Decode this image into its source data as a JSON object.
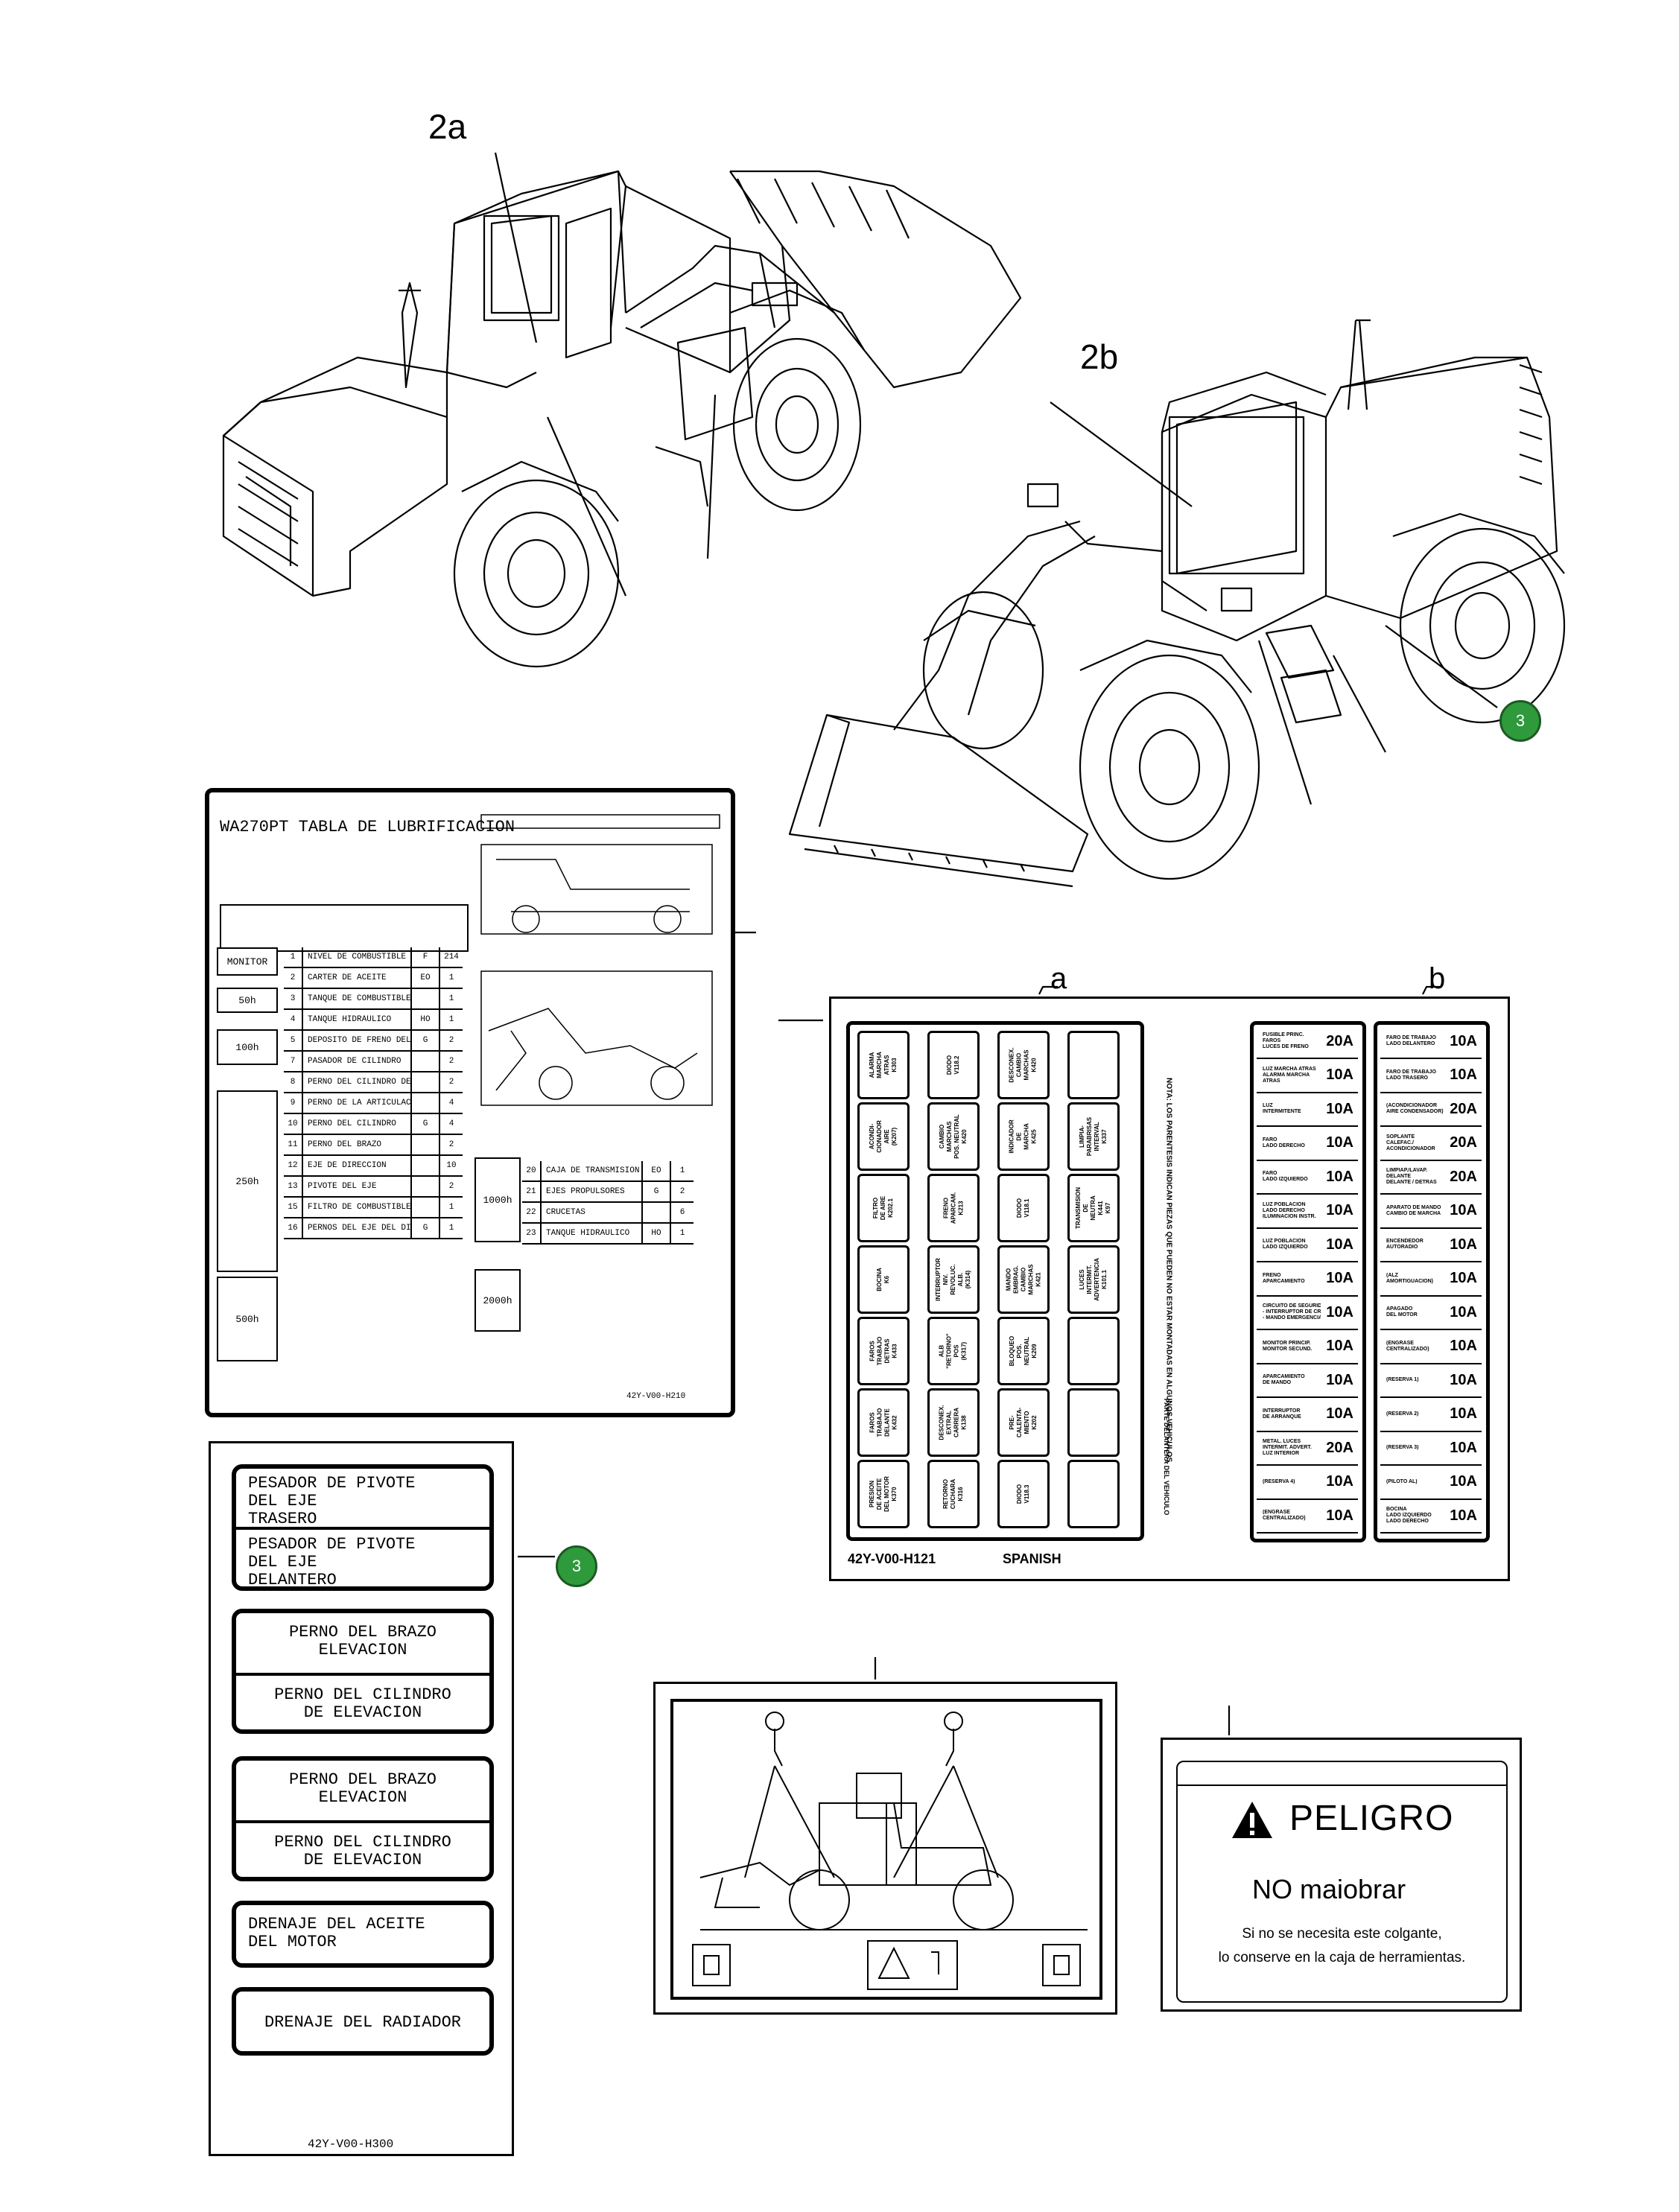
{
  "callouts": {
    "label_2a": "2a",
    "label_2b": "2b",
    "label_a": "a",
    "label_b": "b",
    "badge_3": "3"
  },
  "lubrication_chart": {
    "title": "WA270PT TABLA DE LUBRIFICACION",
    "code": "42Y-V00-H210",
    "intervals": [
      "MONITOR",
      "50h",
      "100h",
      "250h",
      "500h",
      "1000h",
      "2000h"
    ],
    "rows": [
      {
        "n": "1",
        "desc": "NIVEL DE COMBUSTIBLE",
        "code": "F",
        "qty": "214"
      },
      {
        "n": "2",
        "desc": "CARTER DE ACEITE",
        "code": "EO",
        "qty": "1"
      },
      {
        "n": "3",
        "desc": "TANQUE DE COMBUSTIBLE",
        "code": "",
        "qty": "1"
      },
      {
        "n": "4",
        "desc": "TANQUE HIDRAULICO",
        "code": "HO",
        "qty": "1"
      },
      {
        "n": "5",
        "desc": "DEPOSITO DE FRENO DEL EJE TRASERO",
        "code": "G",
        "qty": "2"
      },
      {
        "n": "7",
        "desc": "PASADOR DE CILINDRO",
        "code": "",
        "qty": "2"
      },
      {
        "n": "8",
        "desc": "PERNO DEL CILINDRO DE VOLTEO",
        "code": "",
        "qty": "2"
      },
      {
        "n": "9",
        "desc": "PERNO DE LA ARTICULACION",
        "code": "",
        "qty": "4"
      },
      {
        "n": "10",
        "desc": "PERNO DEL CILINDRO",
        "code": "G",
        "qty": "4"
      },
      {
        "n": "11",
        "desc": "PERNO DEL BRAZO",
        "code": "",
        "qty": "2"
      },
      {
        "n": "12",
        "desc": "EJE DE DIRECCION",
        "code": "",
        "qty": "10"
      },
      {
        "n": "13",
        "desc": "PIVOTE DEL EJE",
        "code": "",
        "qty": "2"
      },
      {
        "n": "15",
        "desc": "FILTRO DE COMBUSTIBLE",
        "code": "",
        "qty": "1"
      },
      {
        "n": "16",
        "desc": "PERNOS DEL EJE DEL DIFERENCIAL",
        "code": "G",
        "qty": "1"
      }
    ],
    "rows_right": [
      {
        "n": "20",
        "desc": "CAJA DE TRANSMISION",
        "code": "EO",
        "qty": "1"
      },
      {
        "n": "21",
        "desc": "EJES PROPULSORES",
        "code": "G",
        "qty": "2"
      },
      {
        "n": "22",
        "desc": "CRUCETAS",
        "code": "",
        "qty": "6"
      },
      {
        "n": "23",
        "desc": "TANQUE HIDRAULICO",
        "code": "HO",
        "qty": "1"
      }
    ]
  },
  "tags_decal": {
    "code": "42Y-V00-H300",
    "items": [
      {
        "top": "PESADOR DE PIVOTE\nDEL EJE\nTRASERO",
        "bottom": "PESADOR DE PIVOTE\nDEL EJE\nDELANTERO"
      },
      {
        "top": "PERNO DEL BRAZO\nELEVACION",
        "bottom": "PERNO DEL CILINDRO\nDE ELEVACION"
      },
      {
        "top": "PERNO DEL BRAZO\nELEVACION",
        "bottom": "PERNO DEL CILINDRO\nDE ELEVACION"
      },
      {
        "single": "DRENAJE DEL ACEITE\nDEL MOTOR"
      },
      {
        "single": "DRENAJE DEL RADIADOR"
      }
    ]
  },
  "fuse_panel": {
    "code": "42Y-V00-H121",
    "language": "SPANISH",
    "note": "NOTA: LOS PARENTESIS INDICAN PIEZAS QUE PUEDEN NO ESTAR MONTADAS EN ALGUNOS VEHICULOS.",
    "front_label": "PARTE DELANTERA DEL VEHICULO",
    "relays": [
      [
        "ALARMA\nMARCHA\nATRAS\nK303",
        "DIODO\nV118.2",
        "DESCONEX.\nCAMBIO\nMARCHAS\nK420",
        ""
      ],
      [
        "ACONDI-\nCIONADOR\nAIRE\n(K207)",
        "CAMBIO\nMARCHAS\nPOS. NEUTRAL\nK420",
        "INDICADOR\nDE\nMARCHA\nK425",
        "LIMPIA-\nPARABRISAS\nINTERVAL\nK337"
      ],
      [
        "FILTRO\nDE AIRE\nK202.1",
        "FRENO\nAPARCAM.\nK213",
        "DIODO\nV118.1",
        "TRANSMISION\nDE\nNEUTRA\nK441\nK97"
      ],
      [
        "BOCINA\nK6",
        "INTERRUPTOR\nNIV.\nREVOLUC.\nALB.\n(K314)",
        "MANDO\nEMBRAG.\nCAMBIO\nMARCHAS\nK421",
        "LUCES\nINTERMIT.\nADVERTENCIA\nK101.1"
      ],
      [
        "FAROS\nTRABAJO\nDETRAS\nK433",
        "ALB\n\"RETORNO\"\nPOS\n(K317)",
        "BLOQUEO\nPOS.\nNEUTRAL\nK209",
        ""
      ],
      [
        "FAROS\nTRABAJO\nDELANTE\nK432",
        "DESCONEX.\nEXTRAL\nCARRERA\nK138",
        "PRE-\nCALENTA-\nMIENTO\nK202",
        ""
      ],
      [
        "PRESION\nDE ACEITE\nDEL MOTOR\nK370",
        "RETORNO\nCUCHARA\nK316",
        "DIODO\nV118.3",
        ""
      ]
    ],
    "fuses_left": [
      {
        "label": "FUSIBLE PRINC.\nFAROS\nLUCES DE FRENO",
        "value": "20A"
      },
      {
        "label": "LUZ MARCHA ATRAS\nALARMA MARCHA\nATRAS",
        "value": "10A"
      },
      {
        "label": "LUZ\nINTERMITENTE",
        "value": "10A"
      },
      {
        "label": "FARO\nLADO DERECHO",
        "value": "10A"
      },
      {
        "label": "FARO\nLADO IZQUIERDO",
        "value": "10A"
      },
      {
        "label": "LUZ POBLACION\nLADO DERECHO\nILUMINACION INSTR.",
        "value": "10A"
      },
      {
        "label": "LUZ POBLACION\nLADO IZQUIERDO",
        "value": "10A"
      },
      {
        "label": "FRENO\nAPARCAMIENTO",
        "value": "10A"
      },
      {
        "label": "CIRCUITO DE SEGURIDAD\n- INTERRUPTOR DE CRANK\n- MANDO EMERGENCIA",
        "value": "10A"
      },
      {
        "label": "MONITOR PRINCIP.\nMONITOR SECUND.",
        "value": "10A"
      },
      {
        "label": "APARCAMIENTO\nDE MANDO",
        "value": "10A"
      },
      {
        "label": "INTERRUPTOR\nDE ARRANQUE",
        "value": "10A"
      },
      {
        "label": "METAL. LUCES\nINTERMIT. ADVERT.\nLUZ INTERIOR",
        "value": "20A"
      },
      {
        "label": "(RESERVA 4)",
        "value": "10A"
      },
      {
        "label": "(ENGRASE\nCENTRALIZADO)",
        "value": "10A"
      }
    ],
    "fuses_right": [
      {
        "label": "FARO DE TRABAJO\nLADO DELANTERO",
        "value": "10A"
      },
      {
        "label": "FARO DE TRABAJO\nLADO TRASERO",
        "value": "10A"
      },
      {
        "label": "(ACONDICIONADOR\nAIRE CONDENSADOR)",
        "value": "20A"
      },
      {
        "label": "SOPLANTE\nCALEFAC./\nACONDICIONADOR",
        "value": "20A"
      },
      {
        "label": "LIMPIAP./LAVAP.\nDELANTE\nDELANTE / DETRAS",
        "value": "20A"
      },
      {
        "label": "APARATO DE MANDO\nCAMBIO DE MARCHA",
        "value": "10A"
      },
      {
        "label": "ENCENDEDOR\nAUTORADIO",
        "value": "10A"
      },
      {
        "label": "(ALZ\nAMORTIGUACION)",
        "value": "10A"
      },
      {
        "label": "APAGADO\nDEL MOTOR",
        "value": "10A"
      },
      {
        "label": "(ENGRASE\nCENTRALIZADO)",
        "value": "10A"
      },
      {
        "label": "(RESERVA 1)",
        "value": "10A"
      },
      {
        "label": "(RESERVA 2)",
        "value": "10A"
      },
      {
        "label": "(RESERVA 3)",
        "value": "10A"
      },
      {
        "label": "(PILOTO AL)",
        "value": "10A"
      },
      {
        "label": "BOCINA\nLADO IZQUIERDO\nLADO DERECHO",
        "value": "10A"
      }
    ]
  },
  "peligro_sign": {
    "title": "PELIGRO",
    "subtitle": "NO maiobrar",
    "line1": "Si no se necesita este colgante,",
    "line2": "lo conserve en la caja de herramientas."
  }
}
